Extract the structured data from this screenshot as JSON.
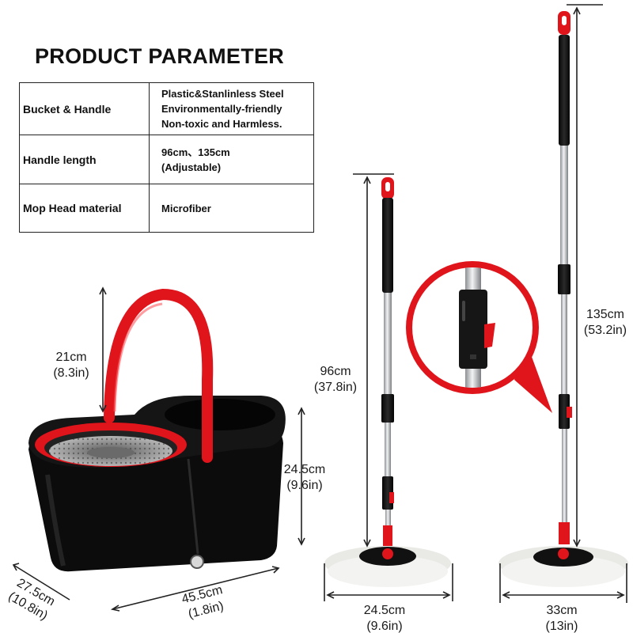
{
  "title": "PRODUCT PARAMETER",
  "parameters": [
    {
      "label": "Bucket & Handle",
      "lines": [
        "Plastic&Stanlinless Steel",
        "Environmentally-friendly",
        "Non-toxic and Harmless."
      ]
    },
    {
      "label": "Handle length",
      "lines": [
        "96cm、135cm",
        "(Adjustable)"
      ]
    },
    {
      "label": "Mop Head material",
      "lines": [
        "Microfiber"
      ]
    }
  ],
  "dimensions": {
    "bucket_handle_height": {
      "cm": "21cm",
      "in": "(8.3in)"
    },
    "bucket_height": {
      "cm": "24.5cm",
      "in": "(9.6in)"
    },
    "bucket_depth": {
      "cm": "27.5cm",
      "in": "(10.8in)"
    },
    "bucket_length": {
      "cm": "45.5cm",
      "in": "(1.8in)"
    },
    "short_mop_length": {
      "cm": "96cm",
      "in": "(37.8in)"
    },
    "long_mop_length": {
      "cm": "135cm",
      "in": "(53.2in)"
    },
    "small_head_width": {
      "cm": "24.5cm",
      "in": "(9.6in)"
    },
    "large_head_width": {
      "cm": "33cm",
      "in": "(13in)"
    }
  },
  "colors": {
    "accent_red": "#e0141b",
    "bucket_black": "#121212",
    "steel": "#b9bcbf",
    "microfiber": "#eeeeec"
  }
}
